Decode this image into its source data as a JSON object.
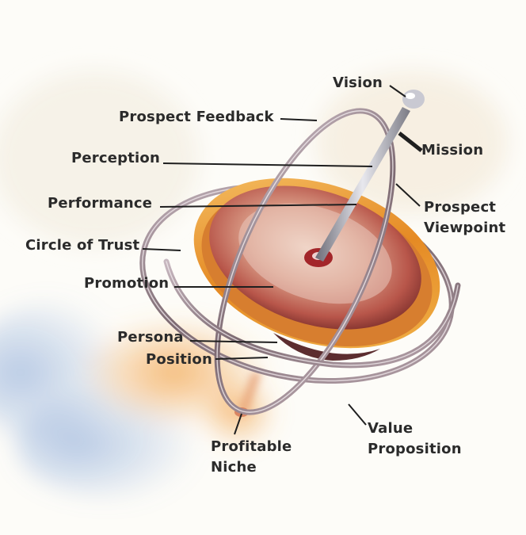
{
  "labels": {
    "vision": "Vision",
    "mission": "Mission",
    "prospect_feedback": "Prospect Feedback",
    "perception": "Perception",
    "prospect_viewpoint_1": "Prospect",
    "prospect_viewpoint_2": "Viewpoint",
    "performance": "Performance",
    "circle_of_trust": "Circle of Trust",
    "promotion": "Promotion",
    "persona": "Persona",
    "position": "Position",
    "value_proposition_1": "Value",
    "value_proposition_2": "Proposition",
    "profitable_niche_1": "Profitable",
    "profitable_niche_2": "Niche"
  },
  "colors": {
    "label_text": "#2b2b2b",
    "leader_line": "#1f1f1f",
    "gimbal_ring": "#8a7a80",
    "rotor_orange": "#e8962a",
    "rotor_red": "#c93a2c",
    "axle": "#9a9aa4"
  }
}
